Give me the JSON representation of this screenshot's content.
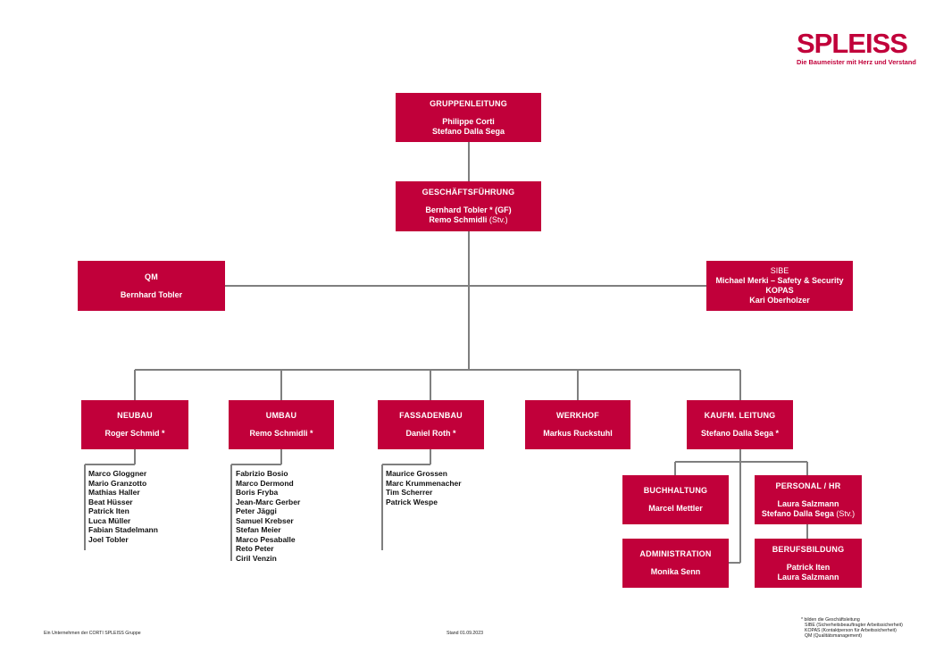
{
  "logo": {
    "word": "SPLEISS",
    "tagline": "Die Baumeister mit Herz und Verstand"
  },
  "boxes": {
    "gruppenleitung": {
      "title": "GRUPPENLEITUNG",
      "lines": [
        "Philippe Corti",
        "Stefano Dalla Sega"
      ]
    },
    "geschaeftsfuehrung": {
      "title": "GESCHÄFTSFÜHRUNG",
      "line1": "Bernhard Tobler * (GF)",
      "line2_name": "Remo Schmidli",
      "line2_suffix": " (Stv.)"
    },
    "qm": {
      "title": "QM",
      "line1": "Bernhard Tobler"
    },
    "sibe": {
      "title": "SIBE",
      "line1": "Michael Merki – Safety & Security",
      "line2": "KOPAS",
      "line3": "Kari Oberholzer"
    },
    "neubau": {
      "title": "NEUBAU",
      "line1": "Roger Schmid *"
    },
    "umbau": {
      "title": "UMBAU",
      "line1": "Remo Schmidli *"
    },
    "fassadenbau": {
      "title": "FASSADENBAU",
      "line1": "Daniel Roth *"
    },
    "werkhof": {
      "title": "WERKHOF",
      "line1": "Markus Ruckstuhl"
    },
    "kaufm": {
      "title": "KAUFM. LEITUNG",
      "line1": "Stefano Dalla Sega *"
    },
    "buchhaltung": {
      "title": "BUCHHALTUNG",
      "line1": "Marcel Mettler"
    },
    "personal": {
      "title": "PERSONAL / HR",
      "line1": "Laura Salzmann",
      "line2_name": "Stefano Dalla Sega",
      "line2_suffix": " (Stv.)"
    },
    "administration": {
      "title": "ADMINISTRATION",
      "line1": "Monika Senn"
    },
    "berufsbildung": {
      "title": "BERUFSBILDUNG",
      "line1": "Patrick Iten",
      "line2": "Laura Salzmann"
    }
  },
  "teams": {
    "neubau": [
      "Marco Gloggner",
      "Mario Granzotto",
      "Mathias Haller",
      "Beat Hüsser",
      "Patrick Iten",
      "Luca Müller",
      "Fabian Stadelmann",
      "Joel Tobler"
    ],
    "umbau": [
      "Fabrizio Bosio",
      "Marco Dermond",
      "Boris Fryba",
      "Jean-Marc Gerber",
      "Peter Jäggi",
      "Samuel Krebser",
      "Stefan Meier",
      "Marco Pesaballe",
      "Reto Peter",
      "Ciril Venzin"
    ],
    "fassadenbau": [
      "Maurice Grossen",
      "Marc Krummenacher",
      "Tim Scherrer",
      "Patrick Wespe"
    ]
  },
  "footer": {
    "left": "Ein Unternehmen der CORTI SPLEISS Gruppe",
    "center": "Stand 01.09.2023",
    "notes": [
      "* bilden die Geschäftsleitung",
      "SIBE (Sicherheitsbeauftragter Arbeitssicherheit)",
      "KOPAS (Kontaktperson für Arbeitssicherheit)",
      "QM (Qualitätsmanagement)"
    ]
  },
  "colors": {
    "accent": "#c1003a",
    "connector": "#7f7f7f"
  }
}
